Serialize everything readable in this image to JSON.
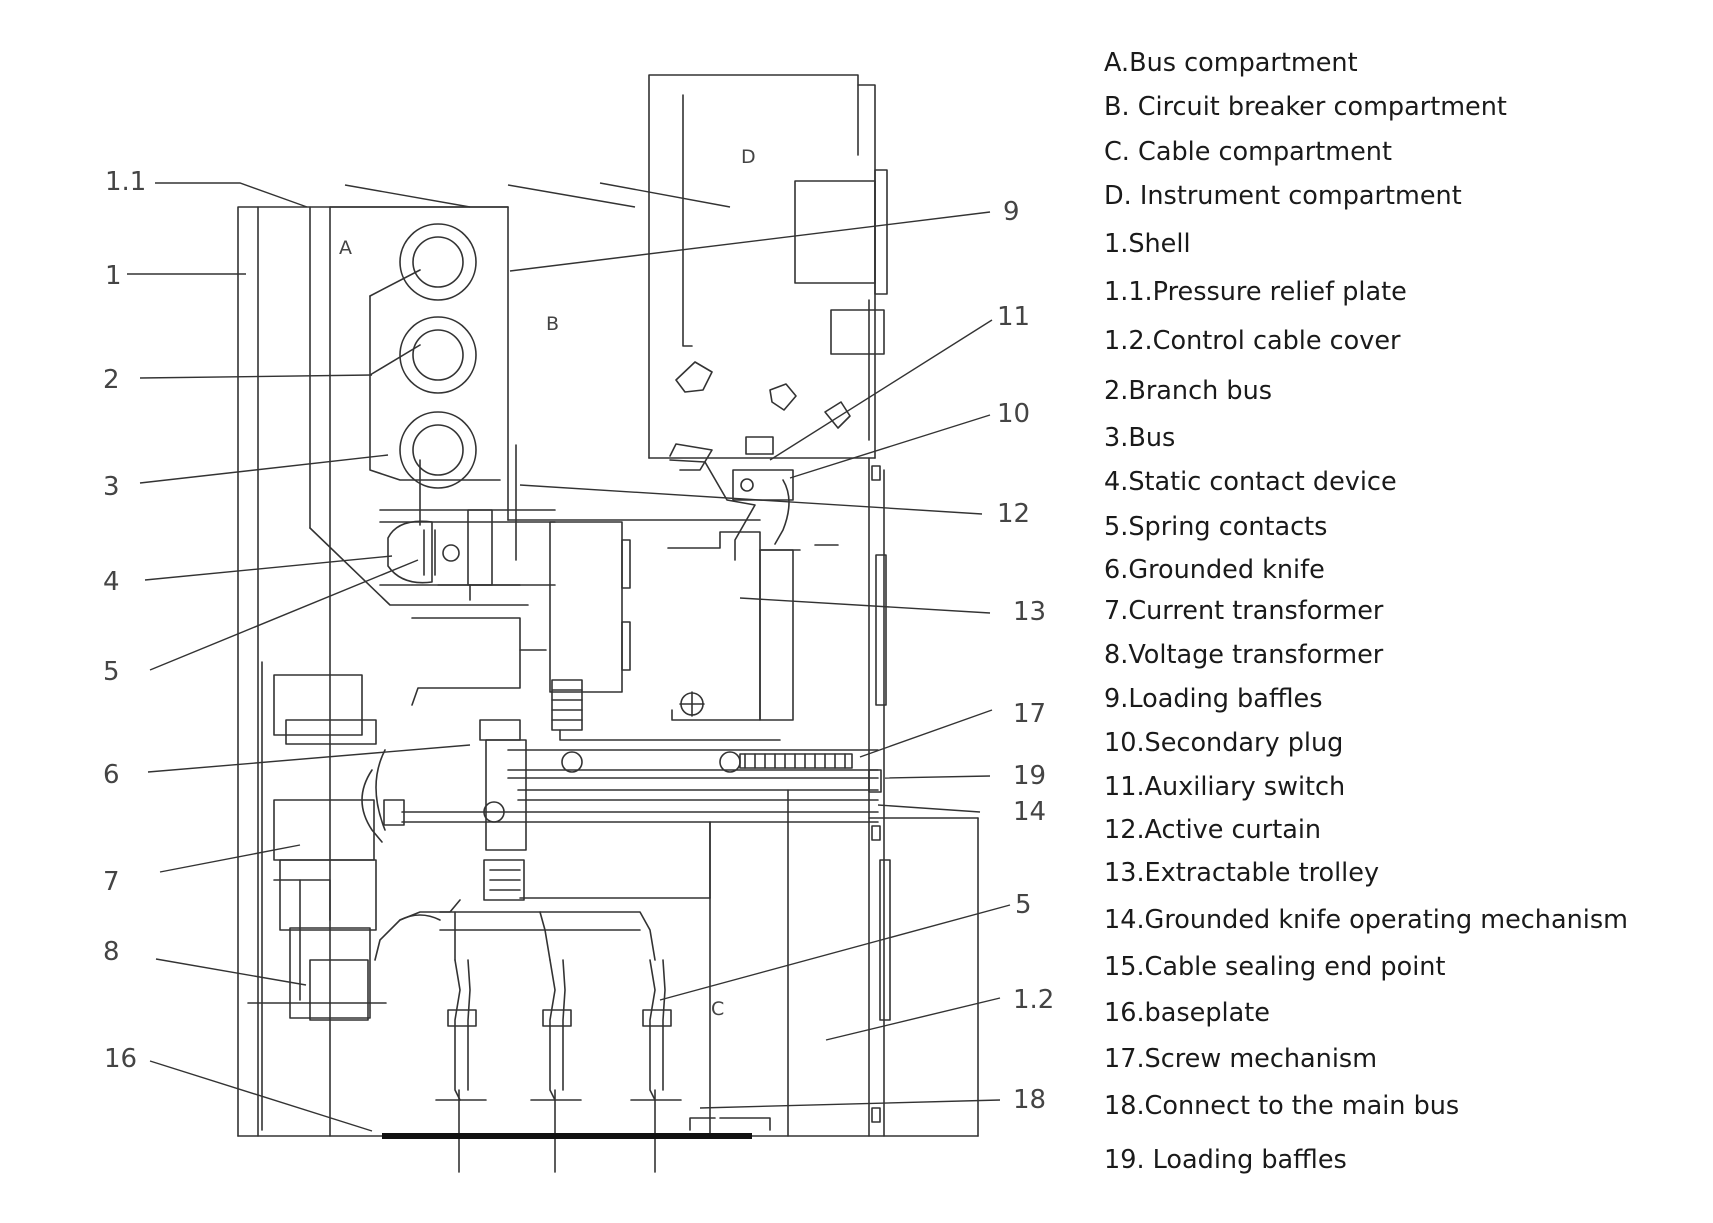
{
  "zones": [
    "A",
    "B",
    "C",
    "D"
  ],
  "callouts": [
    "1.1",
    "1",
    "2",
    "3",
    "4",
    "5",
    "6",
    "7",
    "8",
    "16",
    "9",
    "11",
    "10",
    "12",
    "13",
    "17",
    "19",
    "14",
    "5",
    "1.2",
    "18"
  ],
  "legend": [
    "A.Bus compartment",
    "B. Circuit breaker compartment",
    "C. Cable compartment",
    "D. Instrument compartment",
    "1.Shell",
    "1.1.Pressure relief plate",
    "1.2.Control cable cover",
    "2.Branch bus",
    "3.Bus",
    "4.Static contact device",
    "5.Spring contacts",
    "6.Grounded knife",
    "7.Current transformer",
    "8.Voltage transformer",
    "9.Loading baffles",
    "10.Secondary plug",
    "11.Auxiliary switch",
    "12.Active curtain",
    "13.Extractable trolley",
    "14.Grounded knife operating mechanism",
    "15.Cable sealing end point",
    "16.baseplate",
    "17.Screw mechanism",
    "18.Connect to the main bus",
    "19. Loading baffles"
  ]
}
